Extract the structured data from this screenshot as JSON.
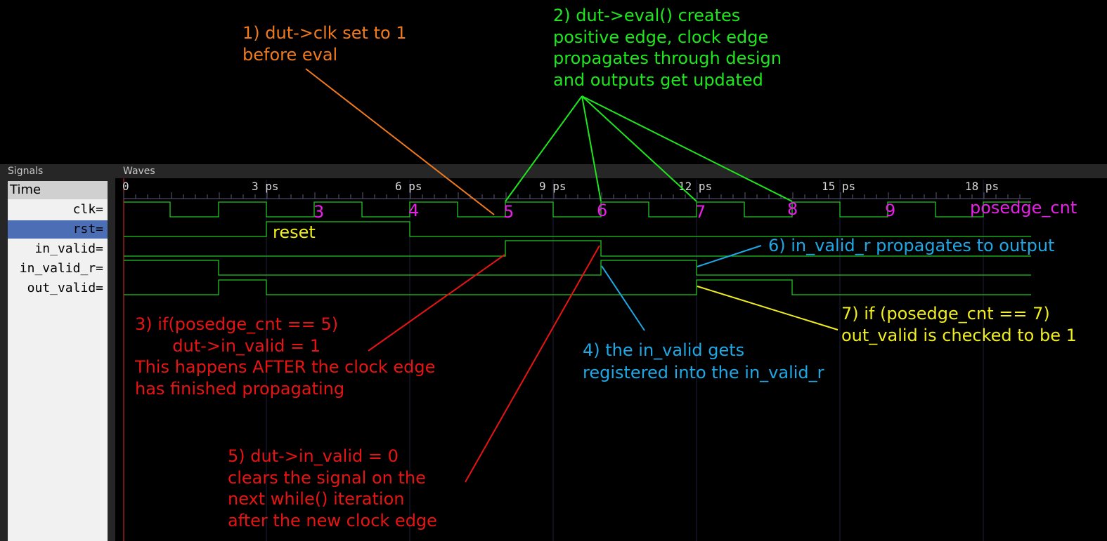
{
  "panes": {
    "signals_title": "Signals",
    "waves_title": "Waves"
  },
  "signals": {
    "time_label": "Time",
    "rows": [
      {
        "name": "clk=",
        "selected": false
      },
      {
        "name": "rst=",
        "selected": true
      },
      {
        "name": "in_valid=",
        "selected": false
      },
      {
        "name": "in_valid_r=",
        "selected": false
      },
      {
        "name": "out_valid=",
        "selected": false
      }
    ]
  },
  "timeline": {
    "unit": "ps",
    "tick_labels": [
      "0",
      "3 ps",
      "6 ps",
      "9 ps",
      "12 ps",
      "15 ps",
      "18 ps"
    ]
  },
  "posedge_counts": [
    "3",
    "4",
    "5",
    "6",
    "7",
    "8",
    "9"
  ],
  "labels": {
    "posedge_cnt": "posedge_cnt",
    "reset": "reset"
  },
  "annotations": {
    "a1": "1) dut->clk set to 1\nbefore eval",
    "a2": "2) dut->eval() creates\npositive edge, clock edge\npropagates through design\nand outputs get updated",
    "a3": "3) if(posedge_cnt == 5)\n       dut->in_valid = 1\nThis happens AFTER the clock edge\nhas finished propagating",
    "a4": "4) the in_valid gets\nregistered into the in_valid_r",
    "a5": "5) dut->in_valid = 0\nclears the signal on the\nnext while() iteration\nafter the new clock edge",
    "a6": "6) in_valid_r propagates to output",
    "a7": "7) if (posedge_cnt == 7)\nout_valid is checked to be 1"
  },
  "colors": {
    "a1": "#f07a1e",
    "a2": "#1de81d",
    "a3": "#e81414",
    "a4": "#1ea8e6",
    "a5": "#e81414",
    "a6": "#1ea8e6",
    "a7": "#f0ee1e",
    "counts": "#e820e8",
    "reset": "#f0ee1e",
    "wave": "#22c522"
  }
}
